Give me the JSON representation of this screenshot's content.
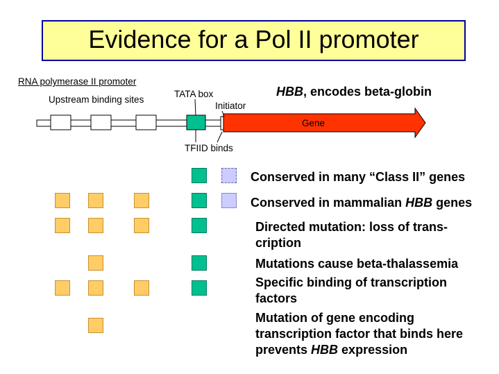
{
  "slide": {
    "title": "Evidence for a Pol II promoter"
  },
  "diagram": {
    "promoter_label": "RNA polymerase II promoter",
    "upstream_label": "Upstream binding sites",
    "tata_label": "TATA box",
    "initiator_label": "Initiator",
    "gene_title_italic": "HBB",
    "gene_title_rest": ", encodes beta-globin",
    "gene_label": "Gene",
    "tfiid_label": "TFIID binds"
  },
  "evidence": [
    {
      "text": "Conserved in many “Class II” genes"
    },
    {
      "text_pre": "Conserved in mammalian ",
      "text_italic": "HBB",
      "text_post": " genes"
    },
    {
      "line1": "Directed mutation: loss of trans-",
      "line2": "cription"
    },
    {
      "text": "Mutations cause beta-thalassemia"
    },
    {
      "line1": "Specific binding of transcription",
      "line2": "factors"
    },
    {
      "line1": "Mutation of gene encoding",
      "line2": "transcription factor that binds here",
      "line3_pre": "prevents ",
      "line3_italic": "HBB",
      "line3_post": " expression"
    }
  ],
  "colors": {
    "title_fill": "#ffff99",
    "title_border": "#0000a0",
    "upstream_box": "#ffcc66",
    "tata_box": "#00c090",
    "initiator_box": "#ccccff",
    "gene_arrow": "#ff3300"
  }
}
